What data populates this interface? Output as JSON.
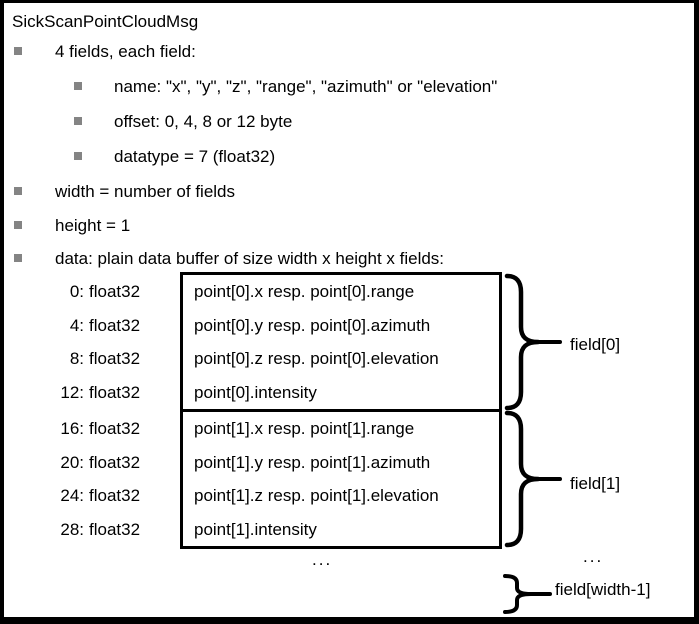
{
  "title": "SickScanPointCloudMsg",
  "bullets": [
    {
      "text": "4 fields, each field:"
    },
    {
      "text": "name: \"x\", \"y\", \"z\", \"range\", \"azimuth\" or \"elevation\""
    },
    {
      "text": "offset: 0, 4, 8 or 12 byte"
    },
    {
      "text": "datatype = 7 (float32)"
    },
    {
      "text": "width = number of fields"
    },
    {
      "text": "height = 1"
    },
    {
      "text": "data: plain data buffer of size width x height x fields:"
    }
  ],
  "offsets": [
    {
      "num": "0:",
      "type": "float32"
    },
    {
      "num": "4:",
      "type": "float32"
    },
    {
      "num": "8:",
      "type": "float32"
    },
    {
      "num": "12:",
      "type": "float32"
    },
    {
      "num": "16:",
      "type": "float32"
    },
    {
      "num": "20:",
      "type": "float32"
    },
    {
      "num": "24:",
      "type": "float32"
    },
    {
      "num": "28:",
      "type": "float32"
    }
  ],
  "blocks": [
    {
      "label": "field[0]",
      "rows": [
        "point[0].x resp. point[0].range",
        "point[0].y resp. point[0].azimuth",
        "point[0].z resp. point[0].elevation",
        "point[0].intensity"
      ]
    },
    {
      "label": "field[1]",
      "rows": [
        "point[1].x resp. point[1].range",
        "point[1].y resp. point[1].azimuth",
        "point[1].z resp. point[1].elevation",
        "point[1].intensity"
      ]
    }
  ],
  "ellipsis_bottom": "...",
  "ellipsis_right": "...",
  "last_field_label": "field[width-1]",
  "colors": {
    "bullet": "#848484",
    "text": "#000000",
    "border": "#000000",
    "background": "#ffffff"
  }
}
